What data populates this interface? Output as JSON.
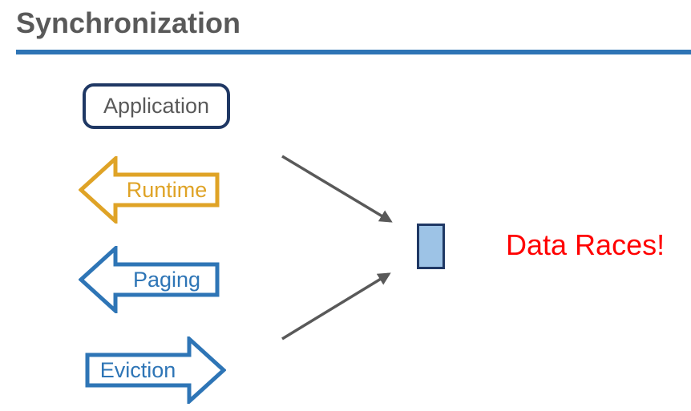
{
  "header": {
    "title": "Synchronization",
    "title_color": "#595959",
    "rule_color": "#2E74B5"
  },
  "diagram": {
    "application": {
      "label": "Application",
      "border_color": "#1F3864",
      "text_color": "#595959"
    },
    "arrows": [
      {
        "id": "runtime",
        "label": "Runtime",
        "direction": "left",
        "color": "#DFA326"
      },
      {
        "id": "paging",
        "label": "Paging",
        "direction": "left",
        "color": "#2E75B6"
      },
      {
        "id": "eviction",
        "label": "Eviction",
        "direction": "right",
        "color": "#2E75B6"
      }
    ],
    "connectors": {
      "color": "#595959"
    },
    "page_rect": {
      "fill": "#9DC3E6",
      "border_color": "#1F3864"
    },
    "warning": {
      "label": "Data Races!",
      "color": "#FF0000"
    }
  }
}
